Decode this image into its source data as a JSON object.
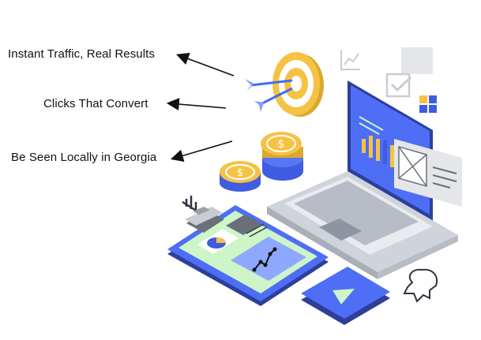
{
  "callouts": [
    {
      "text": "Instant Traffic, Real Results"
    },
    {
      "text": "Clicks That Convert"
    },
    {
      "text": "Be Seen Locally in Georgia"
    }
  ],
  "colors": {
    "accent_blue": "#3f6ef0",
    "gold": "#f6c244",
    "coin_blue": "#3f5de0",
    "screen_blue": "#4d6ef5",
    "light_green": "#cdf5c8",
    "grey": "#c9ccd3"
  },
  "icons": [
    "target-icon",
    "dart-icon",
    "coin-icon",
    "laptop-icon",
    "clipboard-icon",
    "play-icon",
    "head-outline-icon",
    "bar-chart-icon",
    "checkbox-icon",
    "windows-tiles-icon",
    "line-chart-icon"
  ]
}
